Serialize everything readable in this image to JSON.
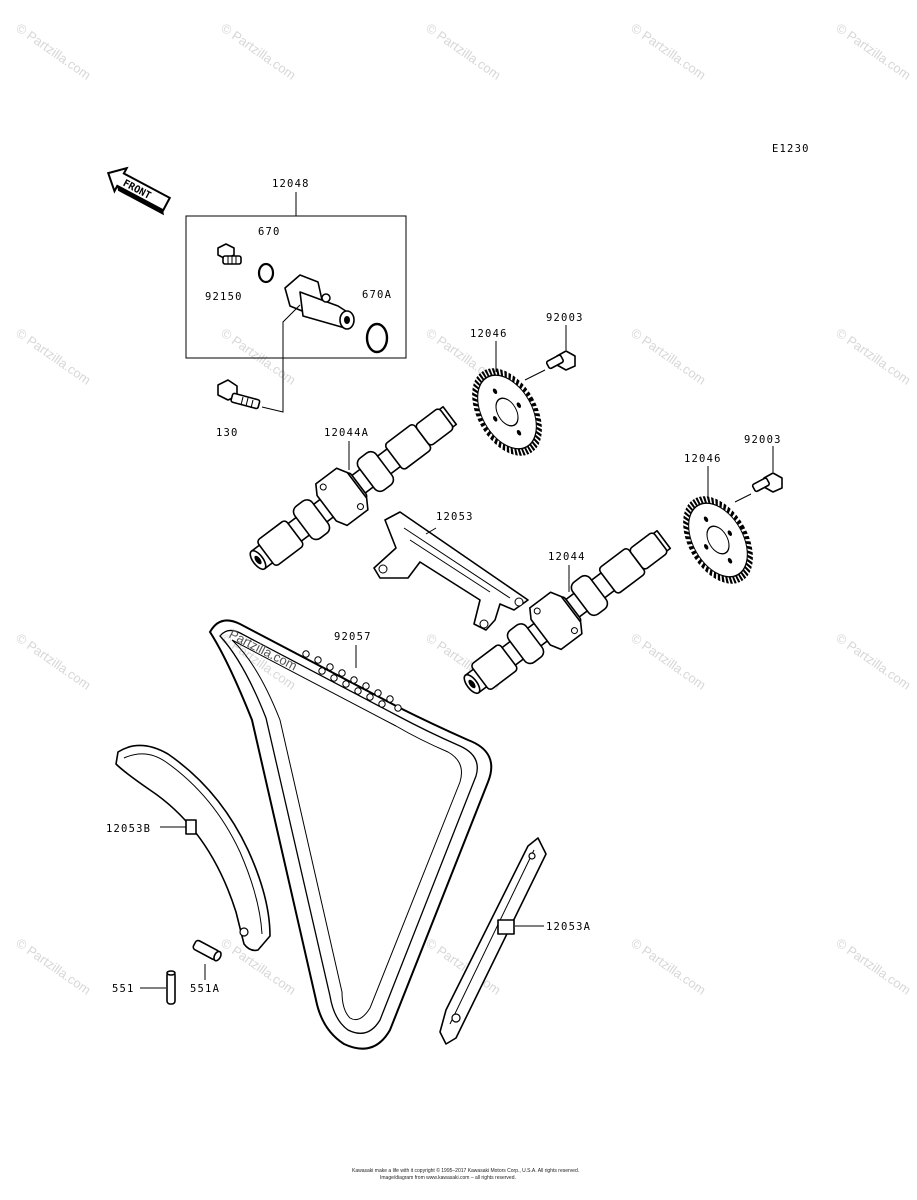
{
  "diagram_code": "E1230",
  "front_arrow_label": "FRONT",
  "watermark": "© Partzilla.com",
  "chain_watermark": "Partzilla.com",
  "copyright_line1": "Kawasaki make a life with it copyright © 1995–2017 Kawasaki Motors Corp., U.S.A. All rights reserved.",
  "copyright_line2": "Image/diagram from www.kawasaki.com – all rights reserved.",
  "labels": {
    "p12048": "12048",
    "p670": "670",
    "p92150": "92150",
    "p670A": "670A",
    "p130": "130",
    "p12046a": "12046",
    "p92003a": "92003",
    "p12044A": "12044A",
    "p12046b": "12046",
    "p92003b": "92003",
    "p12053": "12053",
    "p12044": "12044",
    "p92057": "92057",
    "p12053B": "12053B",
    "p12053A": "12053A",
    "p551": "551",
    "p551A": "551A"
  }
}
